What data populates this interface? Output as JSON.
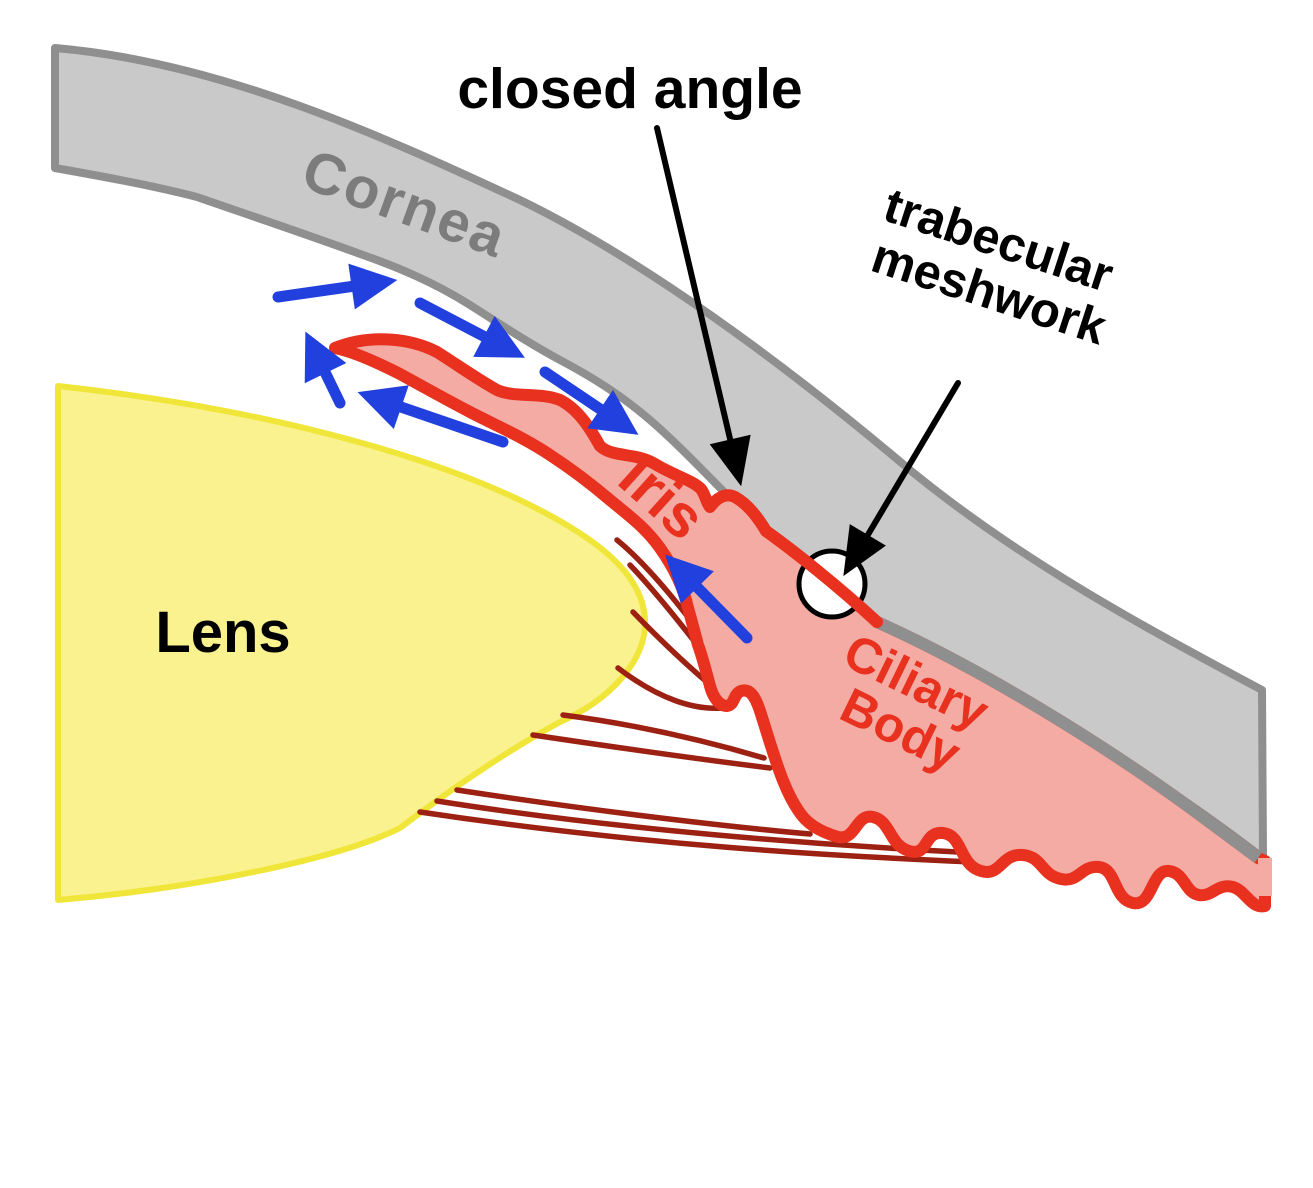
{
  "diagram": {
    "labels": {
      "closed_angle": "closed angle",
      "trabecular_line1": "trabecular",
      "trabecular_line2": "meshwork",
      "cornea": "Cornea",
      "iris": "Iris",
      "lens": "Lens",
      "ciliary_line1": "Ciliary",
      "ciliary_line2": "Body"
    },
    "colors": {
      "cornea_fill": "#c9c9c9",
      "cornea_border": "#8f8f8f",
      "cornea_text": "#7c7c7c",
      "lens_fill": "#faf18f",
      "lens_border": "#f0e63a",
      "uvea_fill": "#f4aba4",
      "uvea_outline": "#e8311f",
      "zonule": "#9c2113",
      "flow_blue": "#2140dd",
      "circle_fill": "#ffffff",
      "black": "#000000"
    }
  }
}
